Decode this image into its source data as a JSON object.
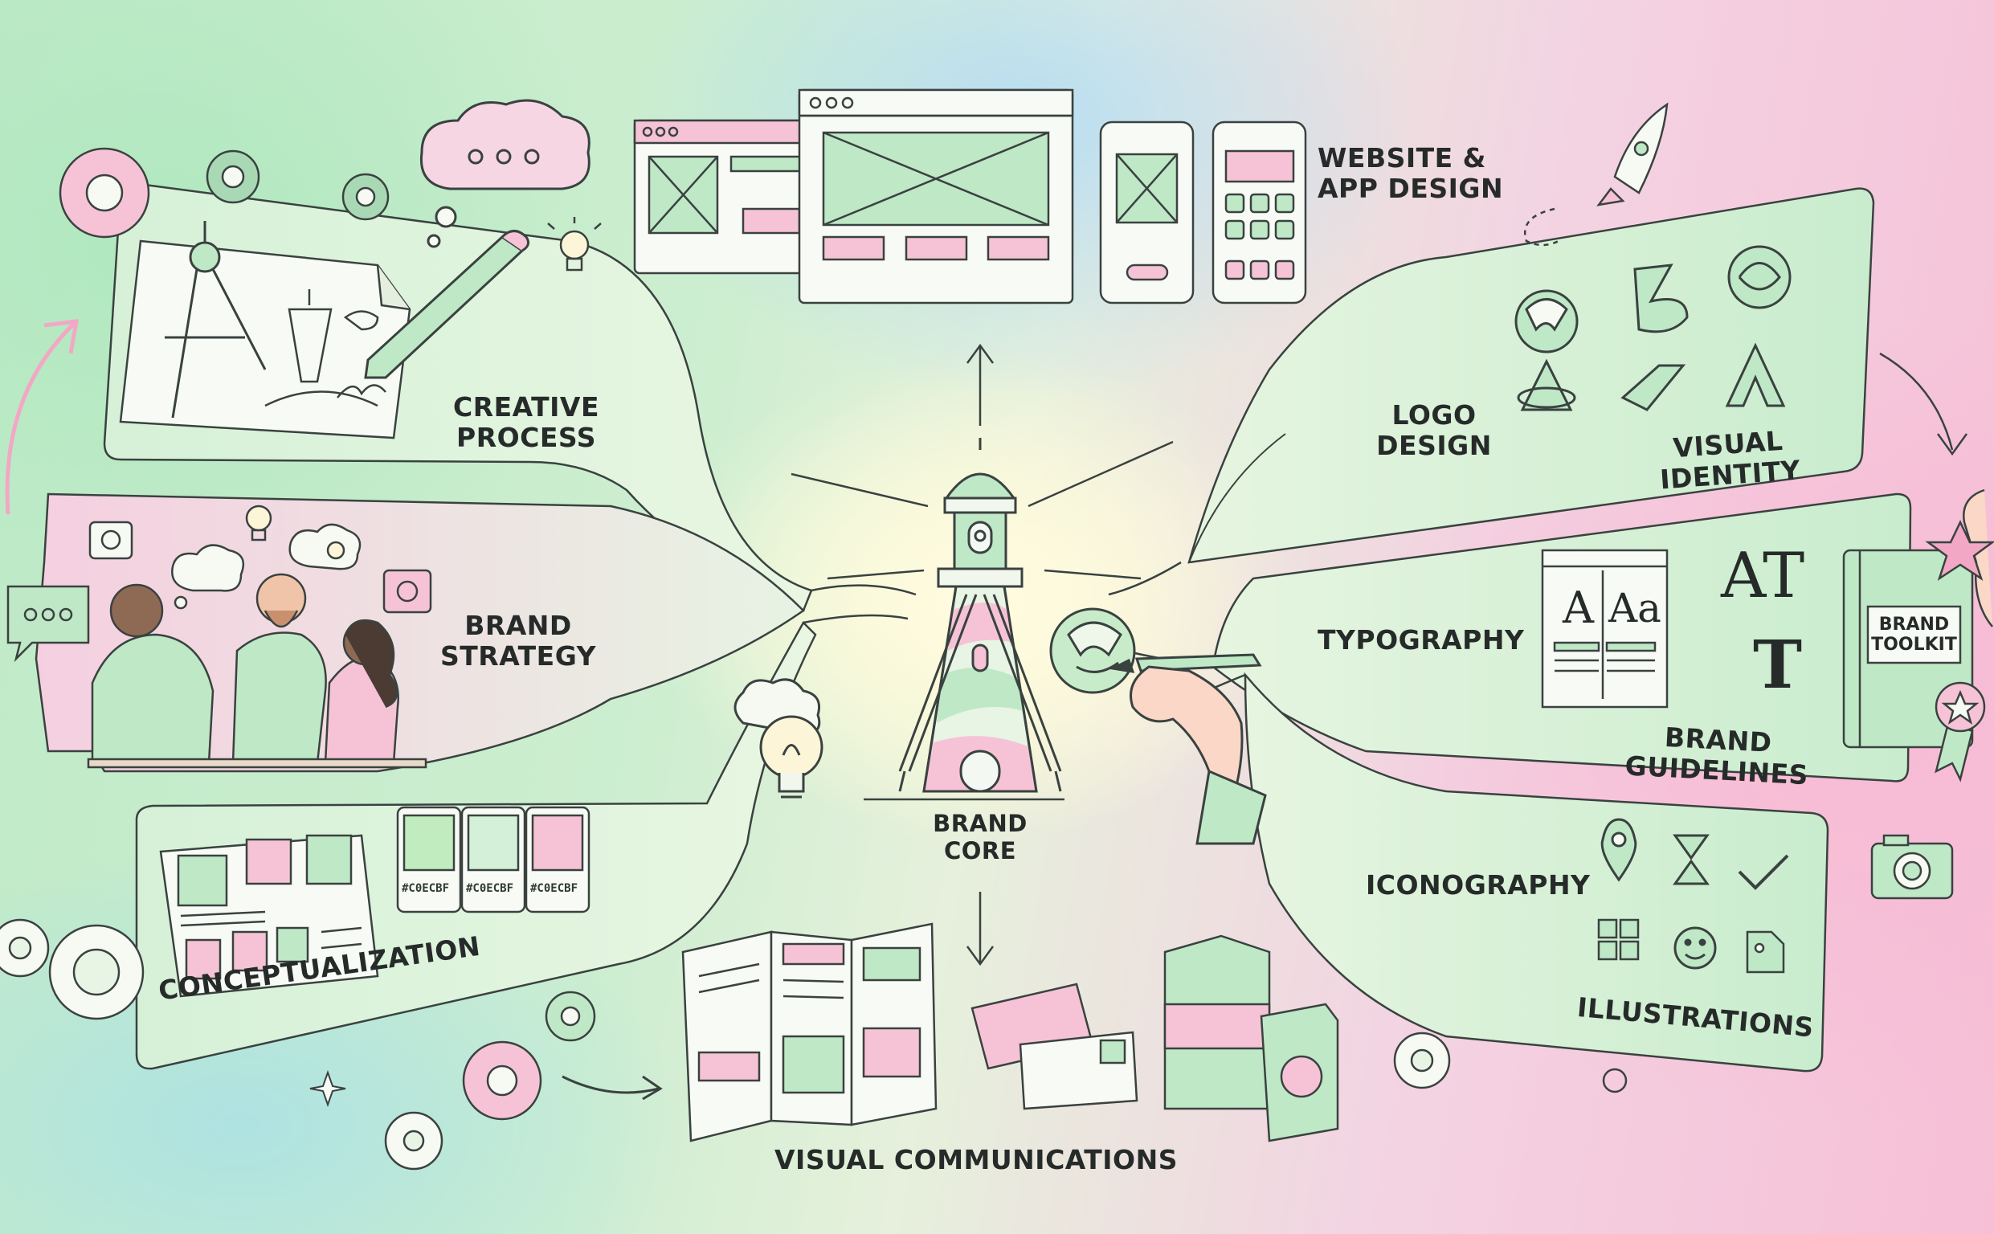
{
  "center": {
    "label": "BRAND\nCORE"
  },
  "branches": {
    "creative_process": "CREATIVE\nPROCESS",
    "brand_strategy": "BRAND\nSTRATEGY",
    "conceptualization": "CONCEPTUALIZATION",
    "website_app_design": "WEBSITE &\nAPP DESIGN",
    "logo_design": "LOGO\nDESIGN",
    "visual_identity": "VISUAL IDENTITY",
    "typography": "TYPOGRAPHY",
    "brand_guidelines": "BRAND GUIDELINES",
    "iconography": "ICONOGRAPHY",
    "illustrations": "ILLUSTRATIONS",
    "visual_communications": "VISUAL COMMUNICATIONS"
  },
  "swatches": [
    "#C0ECBF",
    "#C0ECBF",
    "#C0ECBF"
  ],
  "typography_glyphs": {
    "a_serif": "A",
    "aa": "Aa",
    "at": "AT",
    "t": "T"
  },
  "brand_toolkit": "BRAND\nTOOLKIT",
  "colors": {
    "mint": "#bfe8c6",
    "mint_dark": "#8fcf9f",
    "pink": "#f6c3d6",
    "outline": "#3a4240",
    "panel": "#d8f1d9"
  }
}
